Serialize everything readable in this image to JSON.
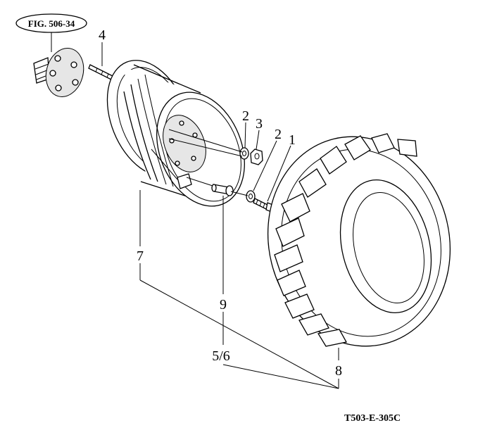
{
  "figure_ref": "FIG. 506-34",
  "drawing_code": "T503-E-305C",
  "callouts": [
    {
      "id": "c1",
      "text": "1"
    },
    {
      "id": "c2a",
      "text": "2"
    },
    {
      "id": "c2b",
      "text": "2"
    },
    {
      "id": "c3",
      "text": "3"
    },
    {
      "id": "c4",
      "text": "4"
    },
    {
      "id": "c56",
      "text": "5/6"
    },
    {
      "id": "c7",
      "text": "7"
    },
    {
      "id": "c8",
      "text": "8"
    },
    {
      "id": "c9",
      "text": "9"
    }
  ]
}
